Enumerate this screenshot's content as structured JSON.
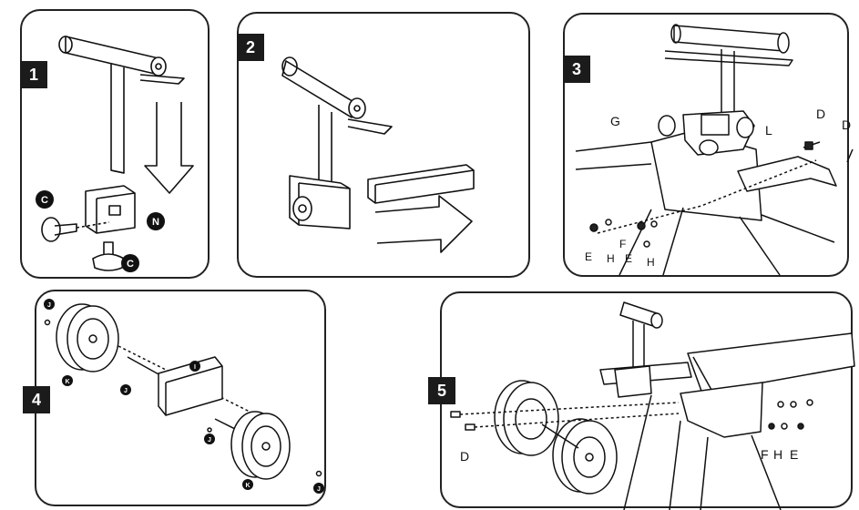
{
  "steps": [
    {
      "number": "1",
      "labels": {
        "c_top": "C",
        "n": "N",
        "c_bottom": "C"
      }
    },
    {
      "number": "2"
    },
    {
      "number": "3",
      "labels": {
        "g": "G",
        "d1": "D",
        "d2": "D",
        "l": "L",
        "e1": "E",
        "h1": "H",
        "f": "F",
        "e2": "E",
        "h2": "H"
      }
    },
    {
      "number": "4",
      "labels": {
        "j1": "J",
        "k1": "K",
        "j2": "J",
        "i": "I",
        "j3": "J",
        "k2": "K",
        "j4": "J"
      }
    },
    {
      "number": "5",
      "labels": {
        "d": "D",
        "f": "F",
        "h": "H",
        "e": "E"
      }
    }
  ]
}
